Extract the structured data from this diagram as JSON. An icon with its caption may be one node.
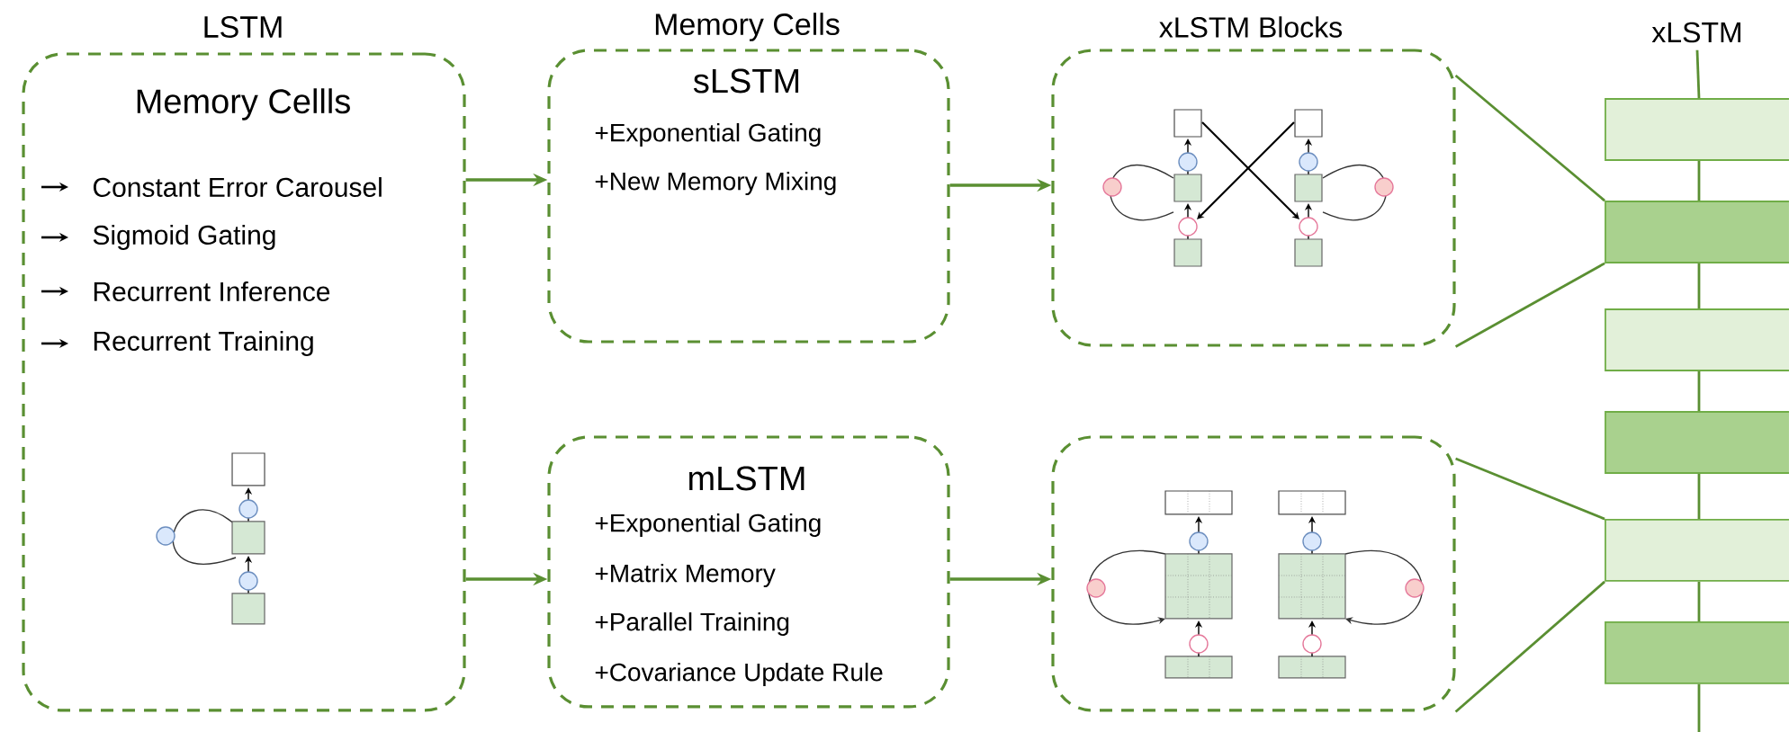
{
  "diagram": {
    "nodes": [
      {
        "text": [
          "LSTM",
          "Memory Cellls",
          "Constant Error Carousel",
          "Sigmoid Gating",
          "Recurrent Inference",
          "Recurrent Training"
        ]
      },
      {
        "text": [
          "Memory Cells",
          "sLSTM",
          "+Exponential Gating",
          "+New Memory Mixing"
        ]
      },
      {
        "text": [
          "mLSTM",
          "+Exponential Gating",
          "+Matrix Memory",
          "+Parallel Training",
          "+Covariance Update Rule"
        ]
      },
      {
        "text": [
          "xLSTM Blocks"
        ]
      },
      {
        "text": [],
        "shape": "box"
      },
      {
        "text": [],
        "shape": "bar"
      },
      {
        "text": [],
        "shape": "bar"
      },
      {
        "text": [],
        "shape": "bar"
      },
      {
        "text": [],
        "shape": "bar"
      },
      {
        "text": [],
        "shape": "bar"
      },
      {
        "text": [],
        "shape": "bar"
      },
      {
        "text": [
          "xLSTM"
        ]
      }
    ],
    "edges": [
      {
        "from": 0,
        "to": 1,
        "arrow": "to"
      },
      {
        "from": 0,
        "to": 2,
        "arrow": "to"
      },
      {
        "from": 1,
        "to": 3,
        "arrow": "to"
      },
      {
        "from": 2,
        "to": 4,
        "arrow": "to"
      },
      {
        "from": 6,
        "to": 3,
        "arrow": "none"
      },
      {
        "from": 6,
        "to": 3,
        "arrow": "none"
      },
      {
        "from": 9,
        "to": 4,
        "arrow": "none"
      },
      {
        "from": 9,
        "to": 4,
        "arrow": "none"
      },
      {
        "from": 11,
        "to": 5,
        "arrow": "none"
      },
      {
        "from": 5,
        "to": 6,
        "arrow": "none"
      },
      {
        "from": 6,
        "to": 7,
        "arrow": "none"
      },
      {
        "from": 7,
        "to": 8,
        "arrow": "none"
      },
      {
        "from": 8,
        "to": 9,
        "arrow": "none"
      },
      {
        "from": 9,
        "to": 10,
        "arrow": "none"
      },
      {
        "from": 10,
        "to": null,
        "arrow": "none"
      }
    ]
  }
}
